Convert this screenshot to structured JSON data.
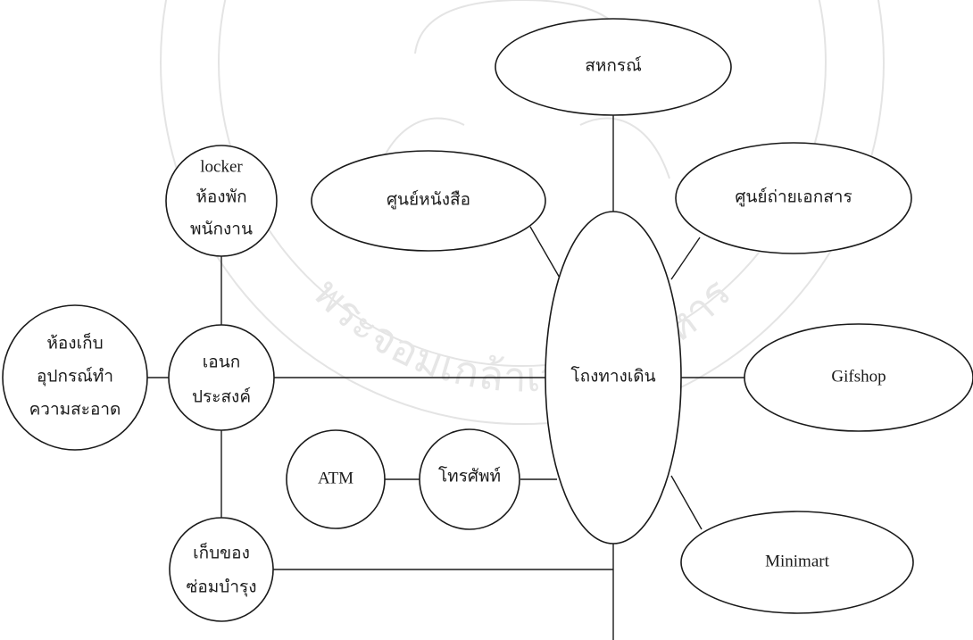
{
  "diagram": {
    "nodes": {
      "cooperative": "สหกรณ์",
      "bookstore": "ศูนย์หนังสือ",
      "copy_center": "ศูนย์ถ่ายเอกสาร",
      "lobby": "โถงทางเดิน",
      "gift_shop": "Gifshop",
      "minimart": "Minimart",
      "staff_lounge": [
        "locker",
        "ห้องพัก",
        "พนักงาน"
      ],
      "multipurpose": [
        "เอนก",
        "ประสงค์"
      ],
      "cleaning_storage": [
        "ห้องเก็บ",
        "อุปกรณ์ทำ",
        "ความสะอาด"
      ],
      "atm": "ATM",
      "telephone": "โทรศัพท์",
      "maintenance_storage": [
        "เก็บของ",
        "ซ่อมบำรุง"
      ]
    },
    "watermark_text": "พระจอมเกล้าเจ้าคุณทหาร"
  }
}
